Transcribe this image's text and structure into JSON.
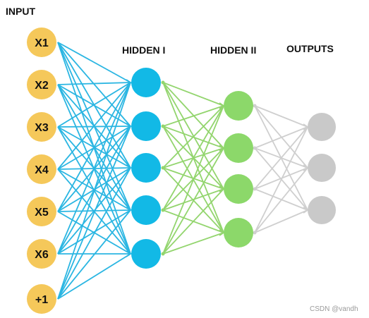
{
  "layers": {
    "input": {
      "label": "INPUT",
      "color": "#F5C85A",
      "nodes": [
        "X1",
        "X2",
        "X3",
        "X4",
        "X5",
        "X6",
        "+1"
      ]
    },
    "hidden1": {
      "label": "HIDDEN I",
      "color": "#12B9E6",
      "edge_color": "#2BB6E2",
      "count": 5
    },
    "hidden2": {
      "label": "HIDDEN II",
      "color": "#8CD86A",
      "edge_color": "#93D56E",
      "count": 4
    },
    "outputs": {
      "label": "OUTPUTS",
      "color": "#C9C9C9",
      "edge_color": "#CFCFCF",
      "count": 3
    }
  },
  "watermark": "CSDN @vandh"
}
